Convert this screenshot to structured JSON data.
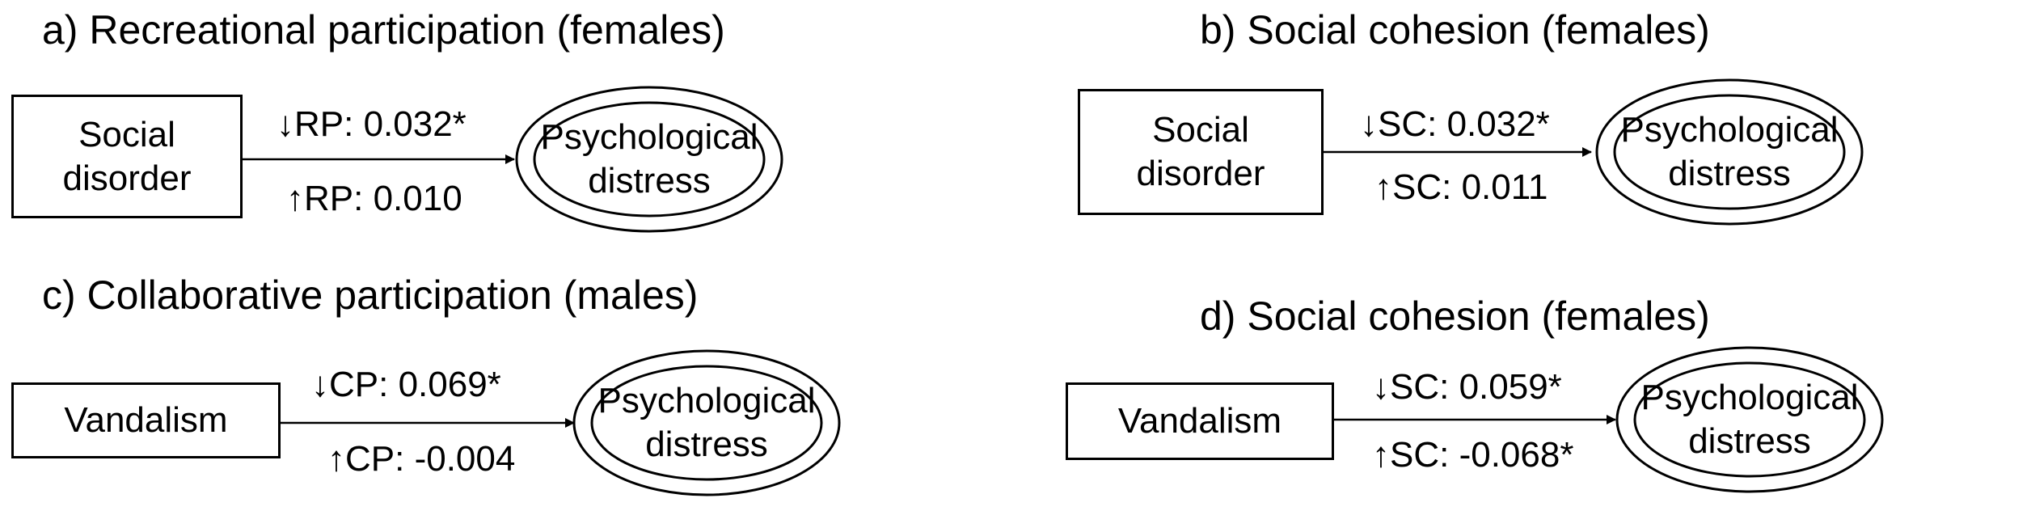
{
  "panels": {
    "a": {
      "title": "a) Recreational participation (females)",
      "predictor": "Social\ndisorder",
      "outcome": "Psychological\ndistress",
      "label_top": "↓RP: 0.032*",
      "label_bottom": "↑RP: 0.010"
    },
    "b": {
      "title": "b) Social cohesion (females)",
      "predictor": "Social\ndisorder",
      "outcome": "Psychological\ndistress",
      "label_top": "↓SC: 0.032*",
      "label_bottom": "↑SC: 0.011"
    },
    "c": {
      "title": "c) Collaborative participation (males)",
      "predictor": "Vandalism",
      "outcome": "Psychological\ndistress",
      "label_top": "↓CP: 0.069*",
      "label_bottom": "↑CP: -0.004"
    },
    "d": {
      "title": "d) Social cohesion (females)",
      "predictor": "Vandalism",
      "outcome": "Psychological\ndistress",
      "label_top": "↓SC: 0.059*",
      "label_bottom": "↑SC: -0.068*"
    }
  }
}
